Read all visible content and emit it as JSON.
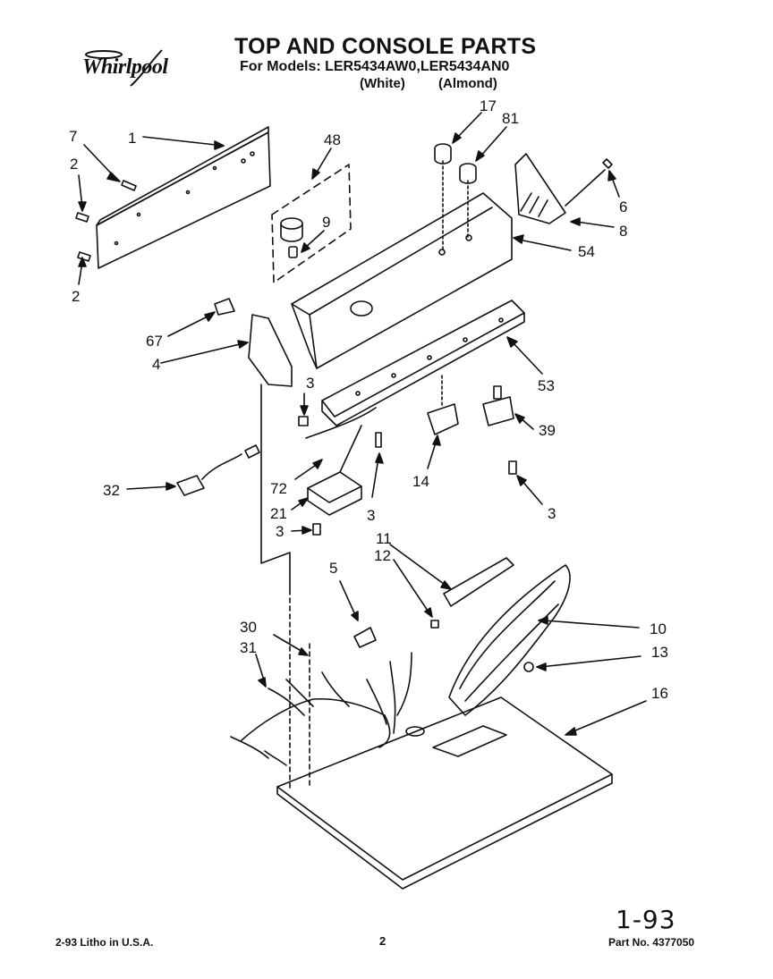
{
  "header": {
    "brand": "Whirlpool",
    "title": "TOP AND CONSOLE PARTS",
    "models_line": "For Models: LER5434AW0,LER5434AN0",
    "variant_white": "(White)",
    "variant_almond": "(Almond)"
  },
  "callouts": [
    {
      "id": "c1",
      "label": "1"
    },
    {
      "id": "c7",
      "label": "7"
    },
    {
      "id": "c2a",
      "label": "2"
    },
    {
      "id": "c2b",
      "label": "2"
    },
    {
      "id": "c48",
      "label": "48"
    },
    {
      "id": "c9",
      "label": "9"
    },
    {
      "id": "c17",
      "label": "17"
    },
    {
      "id": "c81",
      "label": "81"
    },
    {
      "id": "c6",
      "label": "6"
    },
    {
      "id": "c8",
      "label": "8"
    },
    {
      "id": "c54",
      "label": "54"
    },
    {
      "id": "c67",
      "label": "67"
    },
    {
      "id": "c4",
      "label": "4"
    },
    {
      "id": "c3a",
      "label": "3"
    },
    {
      "id": "c53",
      "label": "53"
    },
    {
      "id": "c39",
      "label": "39"
    },
    {
      "id": "c72",
      "label": "72"
    },
    {
      "id": "c14",
      "label": "14"
    },
    {
      "id": "c32",
      "label": "32"
    },
    {
      "id": "c21",
      "label": "21"
    },
    {
      "id": "c3b",
      "label": "3"
    },
    {
      "id": "c3c",
      "label": "3"
    },
    {
      "id": "c3d",
      "label": "3"
    },
    {
      "id": "c11",
      "label": "11"
    },
    {
      "id": "c12",
      "label": "12"
    },
    {
      "id": "c5",
      "label": "5"
    },
    {
      "id": "c10",
      "label": "10"
    },
    {
      "id": "c30",
      "label": "30"
    },
    {
      "id": "c31",
      "label": "31"
    },
    {
      "id": "c13",
      "label": "13"
    },
    {
      "id": "c16",
      "label": "16"
    }
  ],
  "footer": {
    "left": "2-93 Litho in U.S.A.",
    "page": "2",
    "part_no": "Part No. 4377050",
    "handwritten": "1-93"
  }
}
